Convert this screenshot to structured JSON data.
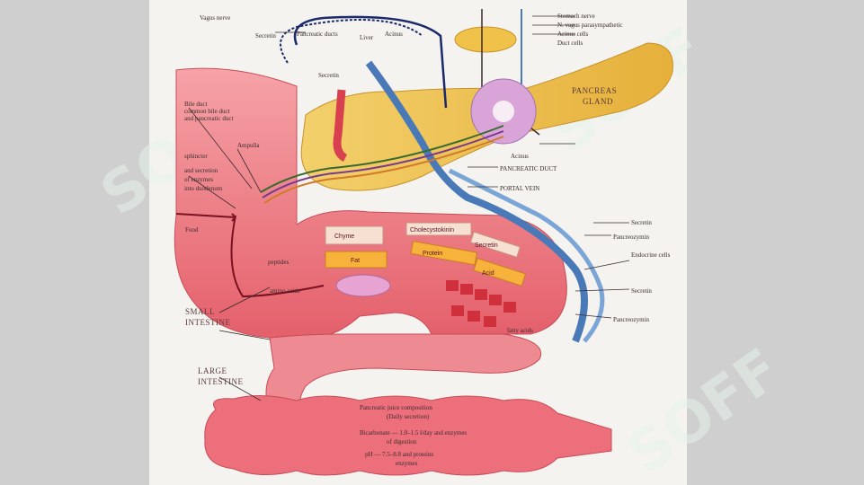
{
  "labels": {
    "top_vagus": "Vagus nerve",
    "secretin_top": "Secretin",
    "pancreatic_ducts": "Pancreatic ducts",
    "liver": "Liver",
    "acinus_top": "Acinus",
    "secretin_mid": "Secretin",
    "stomach_right1": "Stomach nerve",
    "stomach_right2": "N. vagus parasympathetic",
    "stomach_right3": "Acinus cells",
    "stomach_right4": "Duct cells",
    "pancreas_title": "PANCREAS",
    "pancreas_title2": "GLAND",
    "acinus_mid": "Acinus",
    "pancreatic_duct": "PANCREATIC DUCT",
    "portal_vein": "PORTAL VEIN",
    "left_text1": "Bile duct",
    "left_text2": "common bile duct",
    "left_text3": "and pancreatic duct",
    "left_ampulla": "Ampulla",
    "left_sub": "sphincter",
    "left_small": "and secretion",
    "left_small2": "of enzymes",
    "left_small3": "into duodenum",
    "left_food": "Food",
    "box_chyme": "Chyme",
    "box_cholecystokinin": "Cholecystokinin",
    "box_fat": "Fat",
    "box_protein": "Protein",
    "box_acid": "Acid",
    "label_peptides": "peptides",
    "label_amino": "amino acids",
    "label_fatty": "fatty acids",
    "label_secretin_r": "Secretin",
    "label_pancreozymin_r": "Pancreozymin",
    "label_endocrine_r": "Endocrine cells",
    "label_secretin_r2": "Secretin",
    "label_pancreozymin_r2": "Pancreozymin",
    "small_intestine1": "SMALL",
    "small_intestine2": "INTESTINE",
    "large_intestine1": "LARGE",
    "large_intestine2": "INTESTINE",
    "bottom_title": "Pancreatic juice composition",
    "bottom_sub": "(Daily secretion)",
    "bottom_line1": "Bicarbonate — 1.0–1.5 l/day and enzymes",
    "bottom_line2": "of digestion",
    "bottom_line3": "pH — 7.5–8.8 and proteins",
    "bottom_line4": "enzymes",
    "watermark": "SOFF"
  },
  "colors": {
    "background": "#cfcfcf",
    "poster": "#f4f3ef",
    "tissue": "#e8707a",
    "tissue_light": "#f2a5a6",
    "pancreas": "#f0c24a",
    "vein": "#4a79b8",
    "nerve": "#1a2a6a",
    "duct_purple": "#c58ad0",
    "box_cream": "#f6e0d2",
    "box_orange": "#f6b23a"
  }
}
